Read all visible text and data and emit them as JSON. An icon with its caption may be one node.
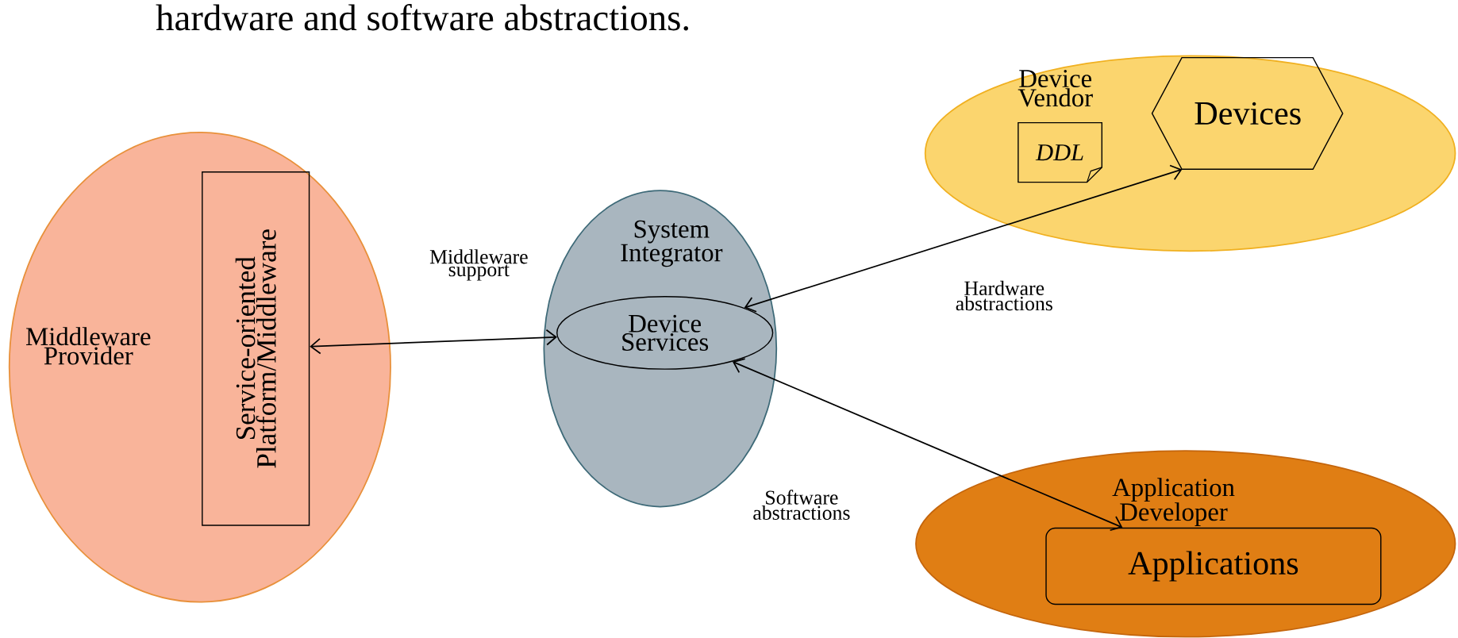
{
  "diagram": {
    "nodes": [
      {
        "text": [
          "Middleware Provider"
        ]
      },
      {
        "text": [
          "Service-oriented Platform/Middleware"
        ],
        "in": 0
      },
      {
        "text": [
          "System Integrator"
        ]
      },
      {
        "text": [
          "Device Services"
        ],
        "in": 2
      },
      {
        "text": [
          "Device Vendor"
        ]
      },
      {
        "text": [
          "Devices"
        ],
        "in": 4
      },
      {
        "text": [
          "DDL"
        ],
        "in": 4
      },
      {
        "text": [
          "Application Developer"
        ]
      },
      {
        "text": [
          "Applications"
        ],
        "in": 7
      }
    ],
    "edges": [
      {
        "from": 1,
        "to": 3,
        "arrow": "both",
        "label": "Middleware support"
      },
      {
        "from": 3,
        "to": 5,
        "arrow": "both",
        "label": "Hardware abstractions"
      },
      {
        "from": 3,
        "to": 8,
        "arrow": "both",
        "label": "Software abstractions"
      }
    ],
    "labels": [
      "hardware and software abstractions."
    ]
  }
}
